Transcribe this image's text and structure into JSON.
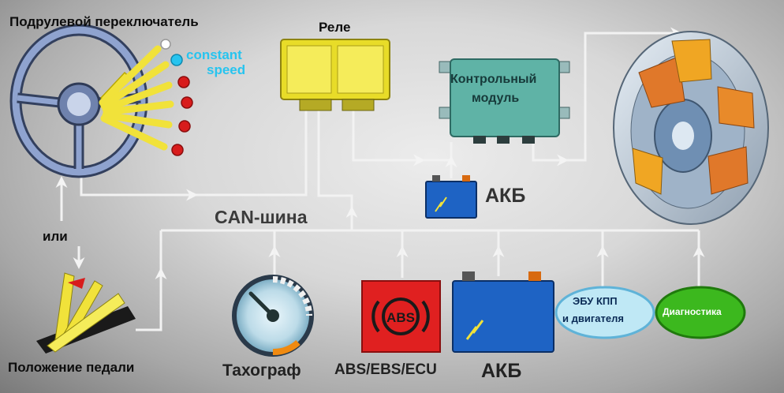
{
  "labels": {
    "steering_switch": "Подрулевой переключатель",
    "relay": "Реле",
    "or": "или",
    "can_bus": "CAN-шина",
    "battery_top": "АКБ",
    "pedal_position": "Положение педали",
    "tachograph": "Тахограф",
    "abs_ebs_ecu": "ABS/EBS/ECU",
    "battery_bottom": "АКБ"
  },
  "steering": {
    "constant_line1": "constant",
    "constant_line2": "speed"
  },
  "control_module": {
    "line1": "Контрольный",
    "line2": "модуль"
  },
  "ecu_box": {
    "line1": "ЭБУ КПП",
    "line2": "и двигателя"
  },
  "diagnostics": {
    "label": "Диагностика"
  },
  "abs_badge": {
    "text": "ABS"
  },
  "colors": {
    "line": "#f2f2f2",
    "relay_yellow": "#e8dc28",
    "module_teal": "#5fb3a6",
    "battery_blue": "#1e63c4",
    "abs_red": "#e02020",
    "ecu_fill": "#bfe8f5",
    "diag_green": "#3cb81e",
    "accent_cyan": "#27c4ef"
  }
}
